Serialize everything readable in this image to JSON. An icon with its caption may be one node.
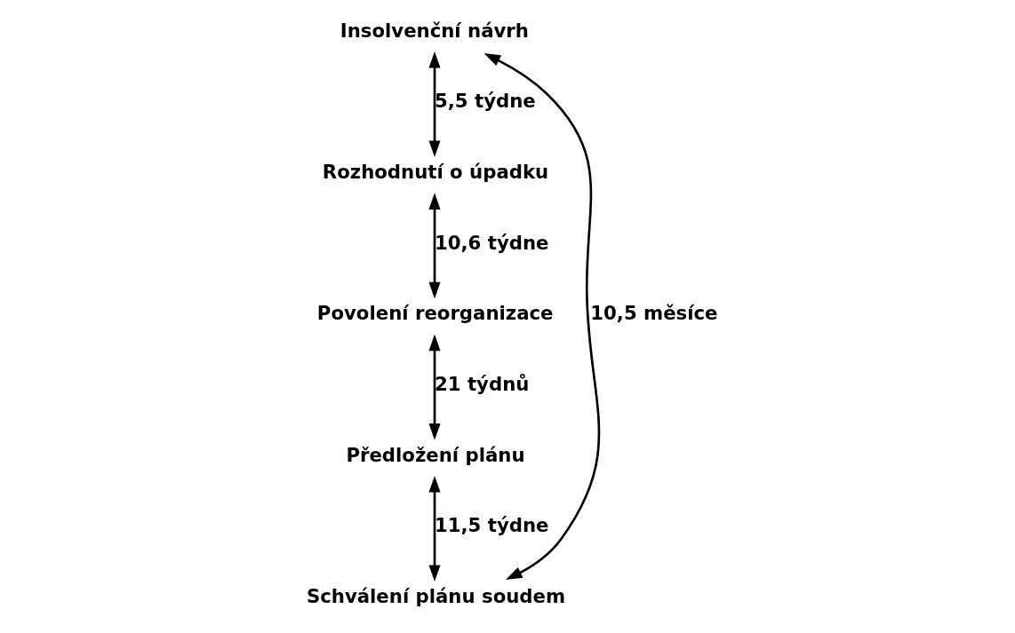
{
  "diagram": {
    "nodes": [
      {
        "text": [
          "Insolvenční návrh"
        ]
      },
      {
        "text": [
          "Rozhodnutí o úpadku"
        ]
      },
      {
        "text": [
          "Povolení reorganizace"
        ]
      },
      {
        "text": [
          "Předložení plánu"
        ]
      },
      {
        "text": [
          "Schválení plánu soudem"
        ]
      }
    ],
    "edges": [
      {
        "from": 0,
        "to": 1,
        "arrow": "both",
        "label": "5,5 týdne"
      },
      {
        "from": 1,
        "to": 2,
        "arrow": "both",
        "label": "10,6 týdne"
      },
      {
        "from": 2,
        "to": 3,
        "arrow": "both",
        "label": "21 týdnů"
      },
      {
        "from": 3,
        "to": 4,
        "arrow": "both",
        "label": "11,5 týdne"
      },
      {
        "from": 0,
        "to": 4,
        "arrow": "both",
        "label": "10,5 měsíce"
      }
    ]
  }
}
